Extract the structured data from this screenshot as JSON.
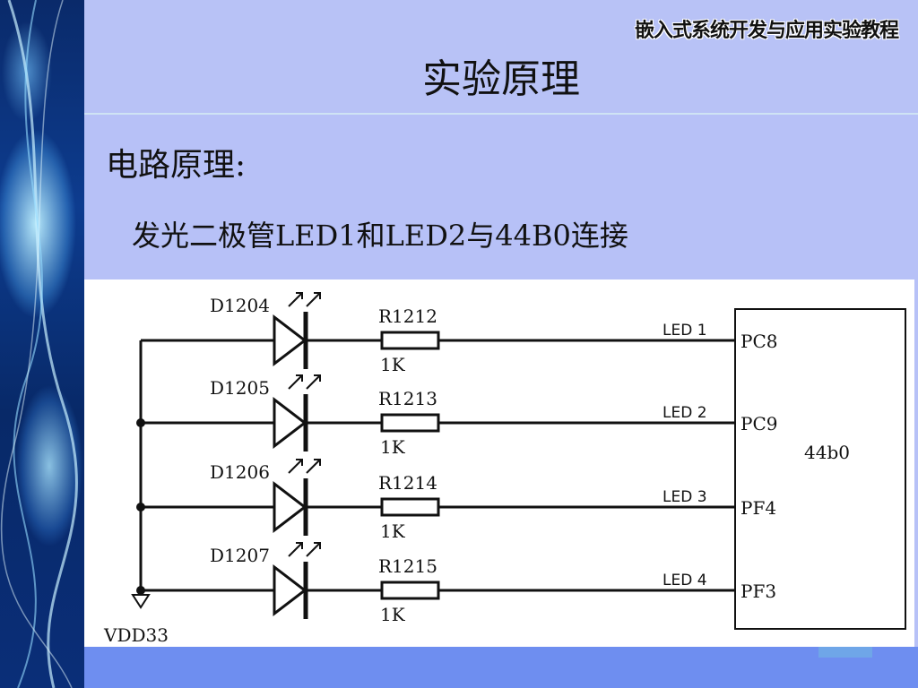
{
  "header": {
    "course_title": "嵌入式系统开发与应用实验教程",
    "slide_title": "实验原理"
  },
  "content": {
    "heading": "电路原理:",
    "description": "发光二极管LED1和LED2与44B0连接"
  },
  "diagram": {
    "supply_label": "VDD33",
    "chip_label": "44b0",
    "rows": [
      {
        "diode": "D1204",
        "resistor": "R1212",
        "value": "1K",
        "net": "LED 1",
        "pin": "PC8"
      },
      {
        "diode": "D1205",
        "resistor": "R1213",
        "value": "1K",
        "net": "LED 2",
        "pin": "PC9"
      },
      {
        "diode": "D1206",
        "resistor": "R1214",
        "value": "1K",
        "net": "LED 3",
        "pin": "PF4"
      },
      {
        "diode": "D1207",
        "resistor": "R1215",
        "value": "1K",
        "net": "LED 4",
        "pin": "PF3"
      }
    ]
  }
}
